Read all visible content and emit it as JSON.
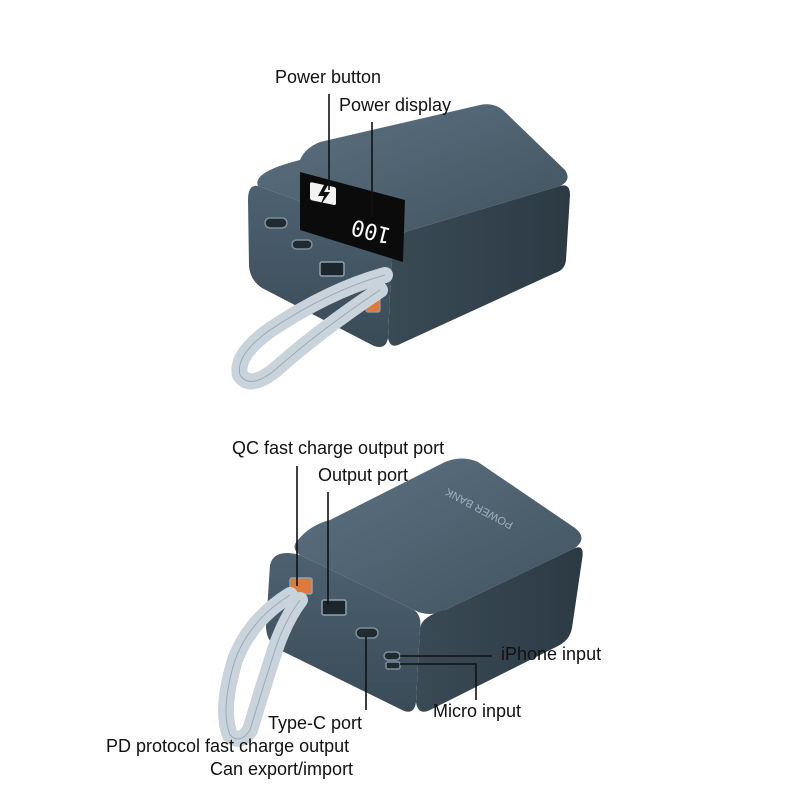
{
  "top_view": {
    "power_button_label": "Power button",
    "power_display_label": "Power display",
    "display_readout": "100"
  },
  "bottom_view": {
    "qc_port_label": "QC fast charge output port",
    "output_port_label": "Output port",
    "iphone_input_label": "iPhone input",
    "micro_input_label": "Micro input",
    "typec_port_label": "Type-C port",
    "pd_protocol_label": "PD protocol fast charge output",
    "export_import_label": "Can export/import",
    "case_print": "POWER BANK"
  },
  "colors": {
    "body_dark": "#3b4c58",
    "body_mid": "#4a5d6b",
    "body_light": "#5b7080",
    "qc_port_orange": "#e07a3a",
    "lanyard": "#c9d3dc",
    "display_black": "#0b0b0b"
  }
}
